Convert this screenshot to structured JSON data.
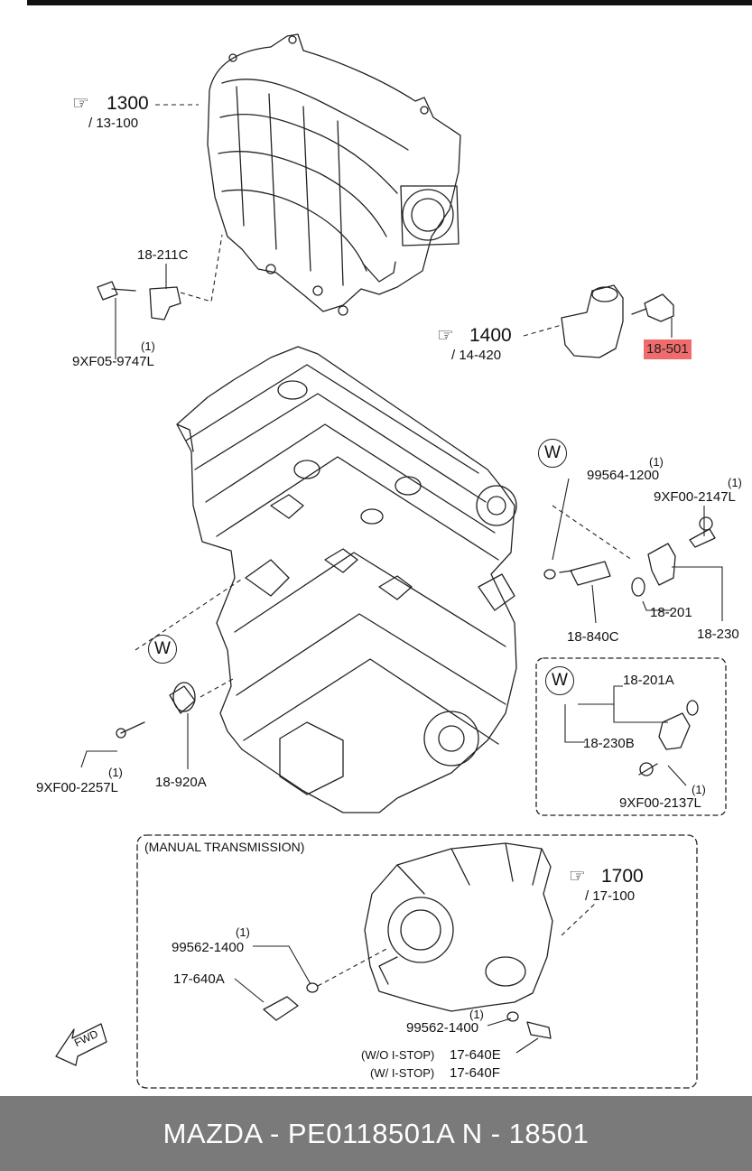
{
  "callouts": {
    "intake_ref_num": "1300",
    "intake_ref_sub": "/ 13-100",
    "bracket_part": "18-211C",
    "bolt_qty": "(1)",
    "bolt_part": "9XF05-9747L",
    "oil_ref_num": "1400",
    "oil_ref_sub": "/ 14-420",
    "highlighted_part": "18-501",
    "w_marker": "W",
    "gasket_qty": "(1)",
    "gasket_part": "99564-1200",
    "bolt2_qty": "(1)",
    "bolt2_part": "9XF00-2147L",
    "sensor_part": "18-840C",
    "oring_part": "18-201",
    "cam_sensor_part": "18-230",
    "knock_bolt_qty": "(1)",
    "knock_bolt_part": "9XF00-2257L",
    "knock_sensor_part": "18-920A"
  },
  "inset": {
    "w_marker": "W",
    "oring_part": "18-201A",
    "sensor_part": "18-230B",
    "bolt_qty": "(1)",
    "bolt_part": "9XF00-2137L"
  },
  "manual": {
    "section_title": "(MANUAL TRANSMISSION)",
    "trans_ref_num": "1700",
    "trans_ref_sub": "/ 17-100",
    "gasket1_qty": "(1)",
    "gasket1_part": "99562-1400",
    "switch_part": "17-640A",
    "gasket2_qty": "(1)",
    "gasket2_part": "99562-1400",
    "wo_istop_label": "(W/O I-STOP)",
    "wo_istop_part": "17-640E",
    "w_istop_label": "(W/ I-STOP)",
    "w_istop_part": "17-640F",
    "fwd_label": "FWD"
  },
  "footer": {
    "text": "MAZDA - PE0118501A     N - 18501"
  },
  "colors": {
    "highlight": "#f06b6b",
    "footer_bg": "#7a7a7a",
    "footer_text": "#ffffff"
  }
}
